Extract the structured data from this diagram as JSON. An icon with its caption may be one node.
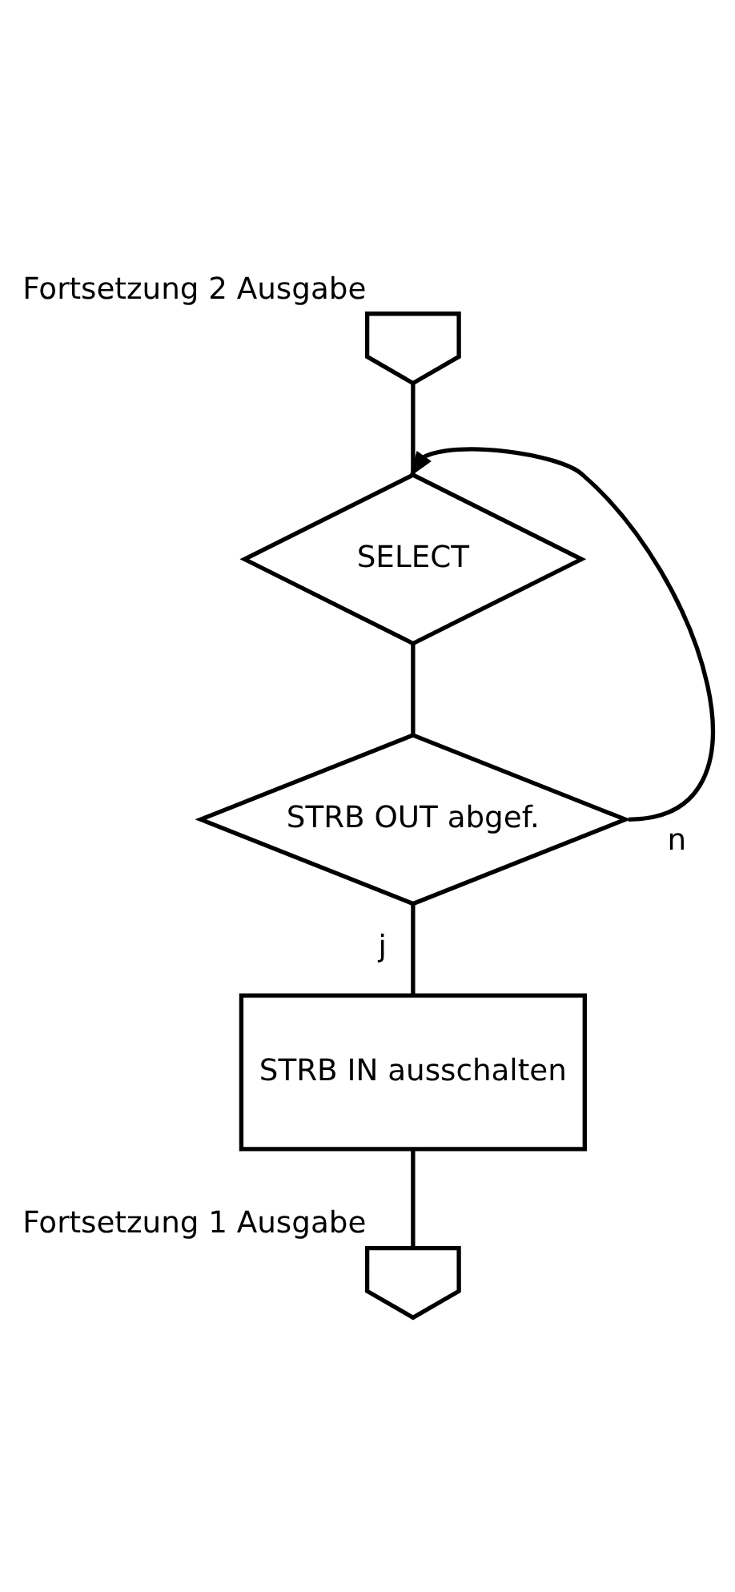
{
  "diagram": {
    "nodes": [
      {
        "text": [],
        "shape": "pentagon",
        "beside": [
          "Fortsetzung 2 Ausgabe"
        ]
      },
      {
        "text": [
          "SELECT"
        ]
      },
      {
        "text": [
          "STRB OUT abgef."
        ]
      },
      {
        "text": [
          "STRB IN ausschalten"
        ]
      },
      {
        "text": [],
        "shape": "pentagon",
        "beside": [
          "Fortsetzung 1 Ausgabe"
        ]
      }
    ],
    "edges": [
      {
        "from": 0,
        "to": 1,
        "arrow": "none"
      },
      {
        "from": 1,
        "to": 2,
        "arrow": "none"
      },
      {
        "from": 2,
        "to": 1,
        "arrow": "to",
        "label": "n"
      },
      {
        "from": 2,
        "to": 3,
        "arrow": "none",
        "label": "j"
      },
      {
        "from": 3,
        "to": 4,
        "arrow": "none"
      }
    ]
  }
}
